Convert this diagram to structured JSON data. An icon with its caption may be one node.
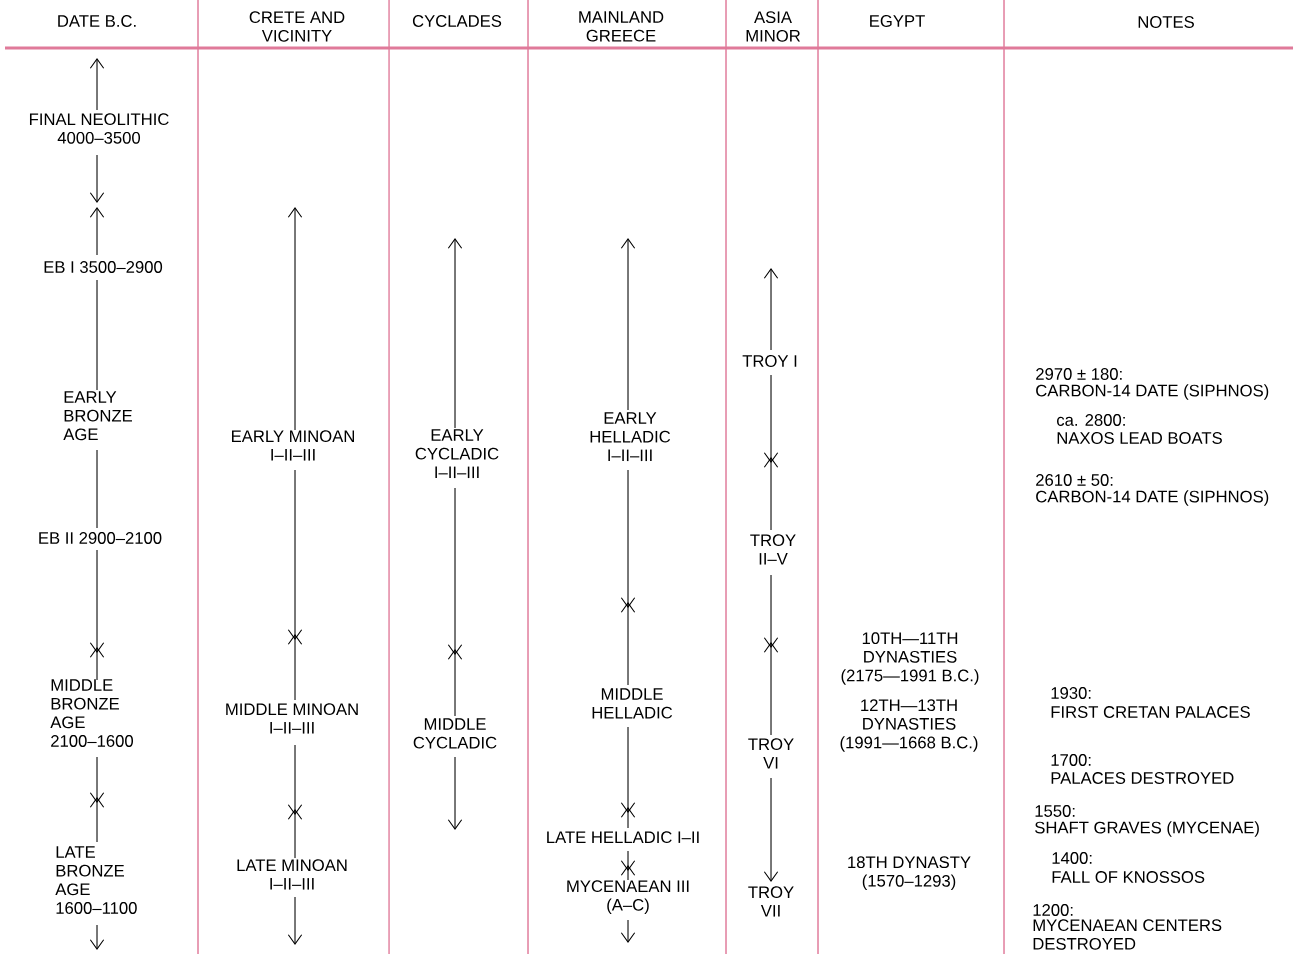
{
  "diagram": {
    "labels": [
      "DATE B.C.",
      "CRETE AND VICINITY",
      "CYCLADES",
      "MAINLAND GREECE",
      "ASIA MINOR",
      "EGYPT",
      "NOTES",
      "FINAL NEOLITHIC 4000–3500",
      "EB I 3500–2900",
      "EARLY BRONZE AGE",
      "EB II 2900–2100",
      "MIDDLE BRONZE AGE 2100–1600",
      "LATE BRONZE AGE 1600–1100",
      "EARLY MINOAN I–II–III",
      "MIDDLE MINOAN I–II–III",
      "LATE MINOAN I–II–III",
      "EARLY CYCLADIC I–II–III",
      "MIDDLE CYCLADIC",
      "EARLY HELLADIC I–II–III",
      "MIDDLE HELLADIC",
      "LATE HELLADIC I–II",
      "MYCENAEAN III (A–C)",
      "TROY I",
      "TROY II–V",
      "TROY VI",
      "TROY VII",
      "10TH—11TH DYNASTIES (2175—1991 B.C.)",
      "12TH—13TH DYNASTIES (1991—1668 B.C.)",
      "18TH DYNASTY (1570–1293)",
      "2970 ± 180:",
      "CARBON-14 DATE (SIPHNOS)",
      "ca. 2800:",
      "NAXOS LEAD BOATS",
      "2610 ± 50:",
      "CARBON-14 DATE (SIPHNOS)",
      "1930:",
      "FIRST CRETAN PALACES",
      "1700:",
      "PALACES DESTROYED",
      "1550:",
      "SHAFT GRAVES (MYCENAE)",
      "1400:",
      "FALL OF KNOSSOS",
      "1200:",
      "MYCENAEAN CENTERS DESTROYED"
    ]
  }
}
